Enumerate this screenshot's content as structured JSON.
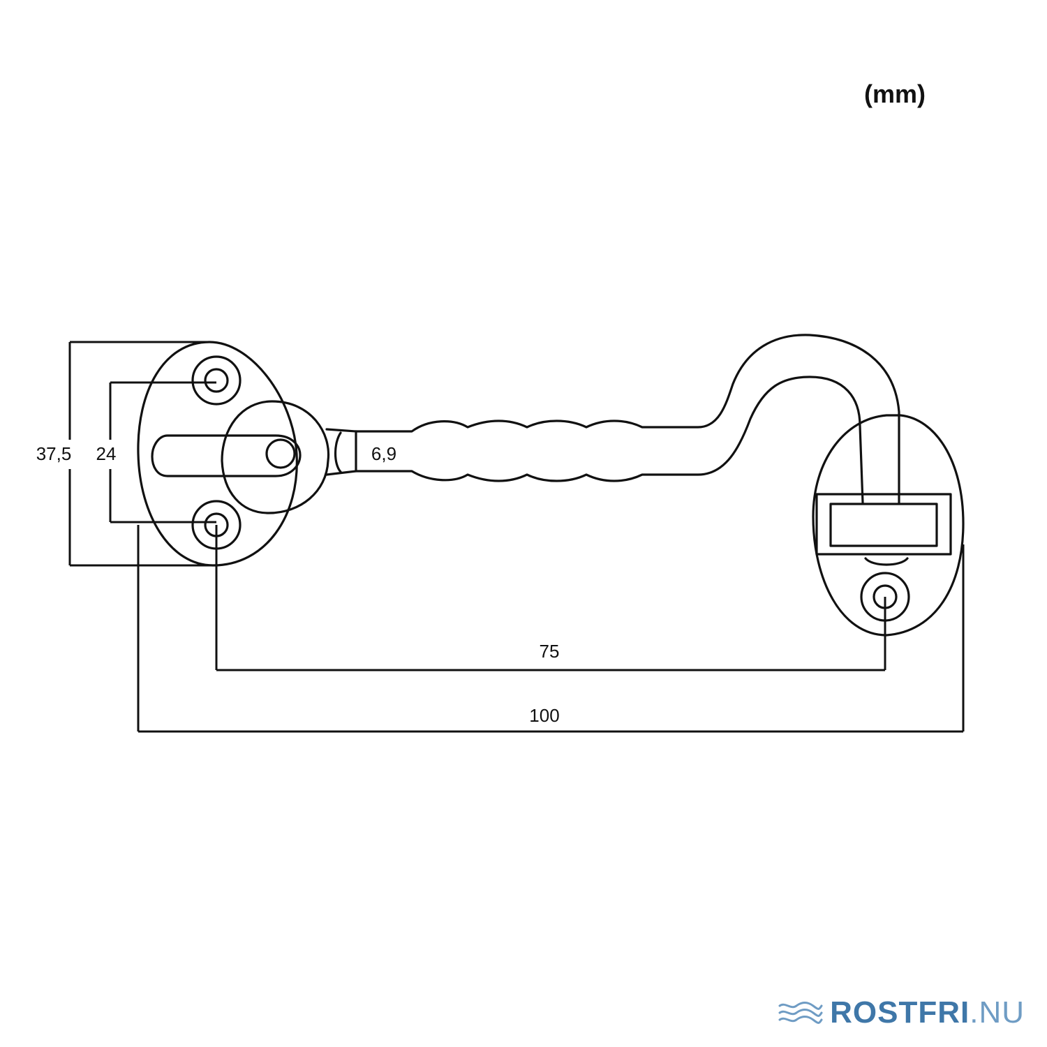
{
  "drawing": {
    "unit_label": "(mm)",
    "dimensions": {
      "overall_height": "37,5",
      "hole_spacing_vertical": "24",
      "rod_diameter": "6,9",
      "hole_to_hole": "75",
      "overall_length": "100"
    }
  },
  "branding": {
    "logo_name": "waves-logo-icon",
    "text_main": "ROSTFRI",
    "text_suffix": ".NU",
    "color_primary": "#3f77a8",
    "color_secondary": "#6f9cc4"
  }
}
